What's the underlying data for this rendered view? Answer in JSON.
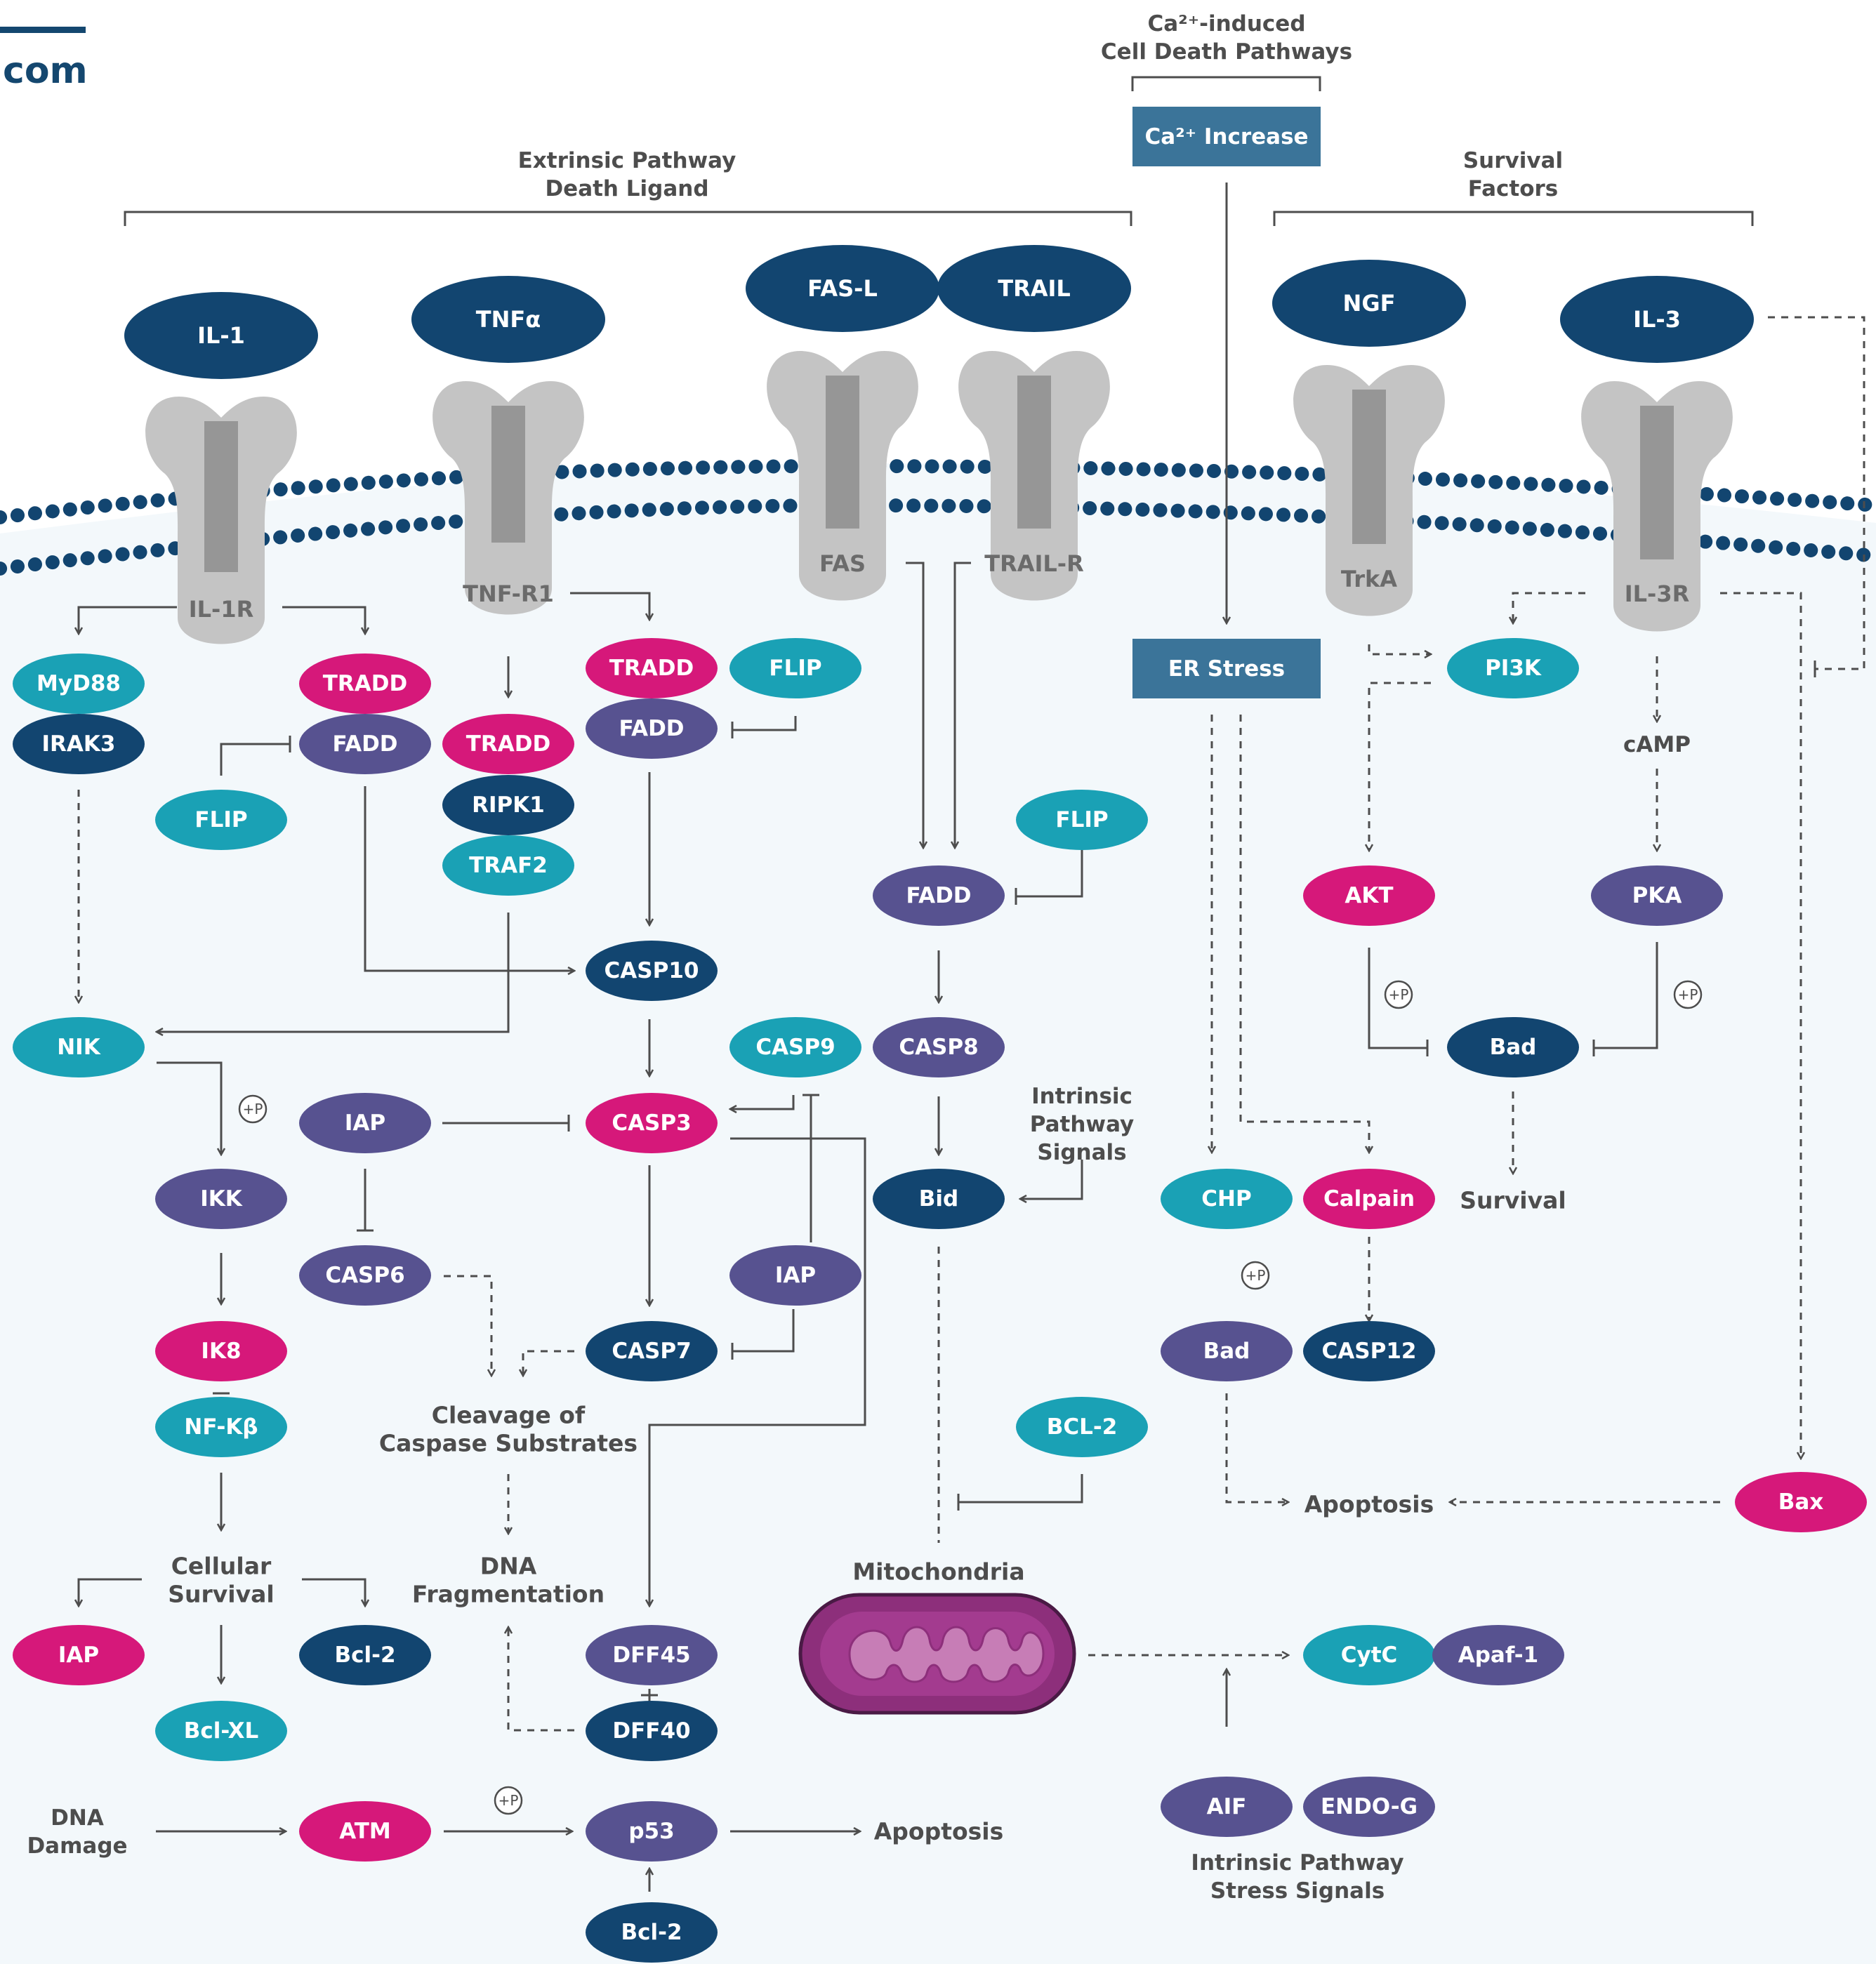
{
  "colors": {
    "navy": "#124570",
    "magenta": "#d6187a",
    "teal": "#1aa1b5",
    "purple": "#575290",
    "steel": "#3b7499",
    "receptor": "#c4c4c4",
    "membrane": "#124570",
    "cytoplasm": "#f3f8fb",
    "mito_outer": "#8d2f7b",
    "mito_inner": "#c77db6"
  },
  "header": {
    "logo_text": "com"
  },
  "labels": {
    "ca_title_1": "Ca²⁺-induced",
    "ca_title_2": "Cell Death Pathways",
    "ca_increase": "Ca²⁺ Increase",
    "er_stress": "ER Stress",
    "extrinsic_1": "Extrinsic Pathway",
    "extrinsic_2": "Death Ligand",
    "survival_factors_1": "Survival",
    "survival_factors_2": "Factors",
    "camp": "cAMP",
    "survival": "Survival",
    "intrinsic_signals_1": "Intrinsic",
    "intrinsic_signals_2": "Pathway",
    "intrinsic_signals_3": "Signals",
    "cleavage_1": "Cleavage of",
    "cleavage_2": "Caspase Substrates",
    "dna_frag_1": "DNA",
    "dna_frag_2": "Fragmentation",
    "cellular_survival_1": "Cellular",
    "cellular_survival_2": "Survival",
    "mitochondria": "Mitochondria",
    "apoptosis_upper": "Apoptosis",
    "apoptosis_lower": "Apoptosis",
    "dna_damage_1": "DNA",
    "dna_damage_2": "Damage",
    "stress_signals_1": "Intrinsic Pathway",
    "stress_signals_2": "Stress Signals",
    "phospho": "+P"
  },
  "ligands": [
    "IL-1",
    "TNFα",
    "FAS-L",
    "TRAIL",
    "NGF",
    "IL-3"
  ],
  "receptors": [
    "IL-1R",
    "TNF-R1",
    "FAS",
    "TRAIL-R",
    "TrkA",
    "IL-3R"
  ],
  "nodes": {
    "myd88": "MyD88",
    "irak3": "IRAK3",
    "tradd_a": "TRADD",
    "fadd_a": "FADD",
    "flip_a": "FLIP",
    "tradd_b": "TRADD",
    "ripk1": "RIPK1",
    "traf2": "TRAF2",
    "tradd_c": "TRADD",
    "fadd_c": "FADD",
    "flip_c": "FLIP",
    "flip_d": "FLIP",
    "fadd_d": "FADD",
    "casp10": "CASP10",
    "nik": "NIK",
    "casp9": "CASP9",
    "casp8": "CASP8",
    "iap_a": "IAP",
    "casp3": "CASP3",
    "ikk": "IKK",
    "bid": "Bid",
    "casp6": "CASP6",
    "iap_b": "IAP",
    "ik8": "IK8",
    "casp7": "CASP7",
    "nfkb": "NF-Kβ",
    "iap_c": "IAP",
    "bcl2_a": "Bcl-2",
    "bclxl": "Bcl-XL",
    "dff45": "DFF45",
    "dff40": "DFF40",
    "atm": "ATM",
    "p53": "p53",
    "bcl2_b": "Bcl-2",
    "bcl2_c": "BCL-2",
    "pi3k": "PI3K",
    "akt": "AKT",
    "pka": "PKA",
    "bad_a": "Bad",
    "chp": "CHP",
    "calpain": "Calpain",
    "bad_b": "Bad",
    "casp12": "CASP12",
    "bax": "Bax",
    "cytc": "CytC",
    "apaf1": "Apaf-1",
    "aif": "AIF",
    "endog": "ENDO-G"
  }
}
